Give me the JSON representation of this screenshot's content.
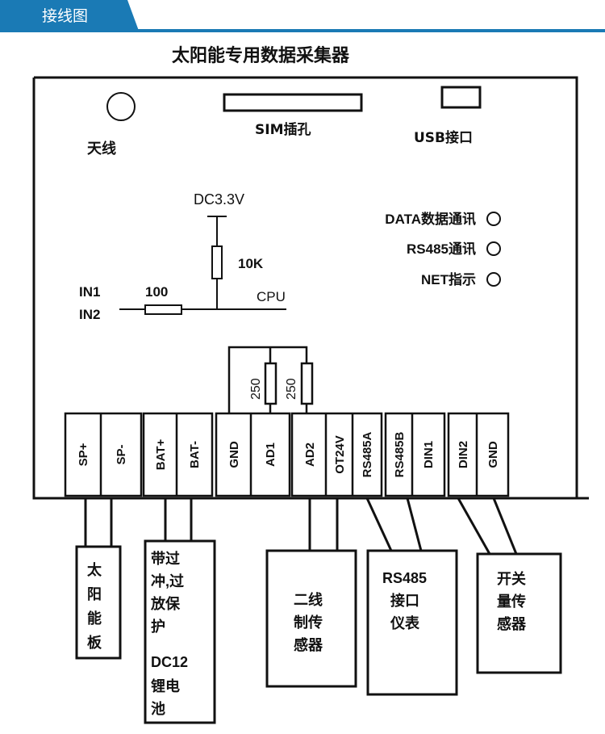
{
  "header": {
    "tab_label": "接线图",
    "accent_color": "#1a7ab5"
  },
  "diagram": {
    "title": "太阳能专用数据采集器",
    "antenna_label": "天线",
    "sim_label": "SIM插孔",
    "usb_label": "USB接口",
    "supply_label": "DC3.3V",
    "pullup_resistor": "10K",
    "input_resistor": "100",
    "in1_label": "IN1",
    "in2_label": "IN2",
    "cpu_label": "CPU",
    "leds": [
      "DATA数据通讯",
      "RS485通讯",
      "NET指示"
    ],
    "shunt_resistors": [
      "250",
      "250"
    ],
    "terminals": [
      "SP+",
      "SP-",
      "BAT+",
      "BAT-",
      "GND",
      "AD1",
      "AD2",
      "OT24V",
      "RS485A",
      "RS485B",
      "DIN1",
      "DIN2",
      "GND"
    ],
    "devices": {
      "solar": [
        "太",
        "阳",
        "能",
        "板"
      ],
      "battery": [
        "带过",
        "冲,过",
        "放保",
        "护",
        "DC12",
        "锂电",
        "池"
      ],
      "two_wire": [
        "二线",
        "制传",
        "感器"
      ],
      "rs485": [
        "RS485",
        "接口",
        "仪表"
      ],
      "switch": [
        "开关",
        "量传",
        "感器"
      ]
    }
  }
}
